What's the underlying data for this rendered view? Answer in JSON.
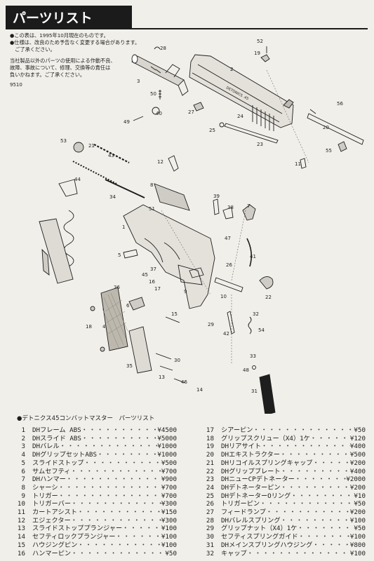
{
  "header": {
    "title": "パーツリスト",
    "notes": [
      "●この表は、1995年10月現在のものです。",
      "●仕様は、改良のため予告なく変更する場合があります。",
      "　ご了承ください。"
    ],
    "disclaimer": [
      "当社製品以外のパーツの使用による作動不良、",
      "故障、事故について、修理、交換等の責任は",
      "負いかねます。ご了承ください。"
    ],
    "code": "9510"
  },
  "diagram": {
    "callouts": [
      "1",
      "2",
      "3",
      "4",
      "5",
      "6",
      "7",
      "8",
      "9",
      "10",
      "11",
      "12",
      "13",
      "14",
      "15",
      "16",
      "17",
      "18",
      "19",
      "20",
      "21",
      "22",
      "23",
      "24",
      "25",
      "26",
      "27",
      "28",
      "29",
      "30",
      "31",
      "32",
      "33",
      "34",
      "35",
      "36",
      "37",
      "38",
      "39",
      "40",
      "41",
      "42",
      "43",
      "44",
      "45",
      "46",
      "47",
      "48",
      "49",
      "50",
      "51",
      "52",
      "53",
      "54",
      "55",
      "56"
    ],
    "slide_marking": "DETONICS .45"
  },
  "parts_list": {
    "title": "●デトニクス45コンバットマスター　パーツリスト",
    "left": [
      {
        "no": "1",
        "name": "DHフレーム ABS",
        "price": "¥4500"
      },
      {
        "no": "2",
        "name": "DHスライド ABS",
        "price": "¥5000"
      },
      {
        "no": "3",
        "name": "DHバレル",
        "price": "¥1000"
      },
      {
        "no": "4",
        "name": "DHグリップセットABS",
        "price": "¥1000"
      },
      {
        "no": "5",
        "name": "スライドストップ",
        "price": "¥500"
      },
      {
        "no": "6",
        "name": "サムセフティ",
        "price": "¥700"
      },
      {
        "no": "7",
        "name": "DHハンマー",
        "price": "¥900"
      },
      {
        "no": "8",
        "name": "シャーシ",
        "price": "¥700"
      },
      {
        "no": "9",
        "name": "トリガー",
        "price": "¥700"
      },
      {
        "no": "10",
        "name": "トリガーバー",
        "price": "¥300"
      },
      {
        "no": "11",
        "name": "カートアシスト",
        "price": "¥150"
      },
      {
        "no": "12",
        "name": "エジェクター",
        "price": "¥300"
      },
      {
        "no": "13",
        "name": "スライドストッププランジャー",
        "price": "¥100"
      },
      {
        "no": "14",
        "name": "セフティロックプランジャー",
        "price": "¥100"
      },
      {
        "no": "15",
        "name": "ハウジングピン",
        "price": "¥100"
      },
      {
        "no": "16",
        "name": "ハンマーピン",
        "price": "¥50"
      }
    ],
    "right": [
      {
        "no": "17",
        "name": "シアーピン",
        "price": "¥50"
      },
      {
        "no": "18",
        "name": "グリップスクリュー（X4）1ケ",
        "price": "¥120"
      },
      {
        "no": "19",
        "name": "DHリアサイト",
        "price": "¥400"
      },
      {
        "no": "20",
        "name": "DHエキストラクター",
        "price": "¥500"
      },
      {
        "no": "21",
        "name": "DHリコイルスプリングキャップ",
        "price": "¥200"
      },
      {
        "no": "22",
        "name": "DHグリップブレート",
        "price": "¥400"
      },
      {
        "no": "23",
        "name": "DHニューCPデトネーター",
        "price": "¥2000"
      },
      {
        "no": "24",
        "name": "DHデトネーターピン",
        "price": "¥200"
      },
      {
        "no": "25",
        "name": "DHデトネーターOリング",
        "price": "¥10"
      },
      {
        "no": "26",
        "name": "トリガーピン",
        "price": "¥50"
      },
      {
        "no": "27",
        "name": "フィードランプ",
        "price": "¥200"
      },
      {
        "no": "28",
        "name": "DHバレルスプリング",
        "price": "¥100"
      },
      {
        "no": "29",
        "name": "グリップナット（X4）1ケ",
        "price": "¥50"
      },
      {
        "no": "30",
        "name": "セフティスプリングガイド",
        "price": "¥100"
      },
      {
        "no": "31",
        "name": "DHメインスプリングハウジング",
        "price": "¥800"
      },
      {
        "no": "32",
        "name": "キャップ",
        "price": "¥100"
      }
    ]
  }
}
